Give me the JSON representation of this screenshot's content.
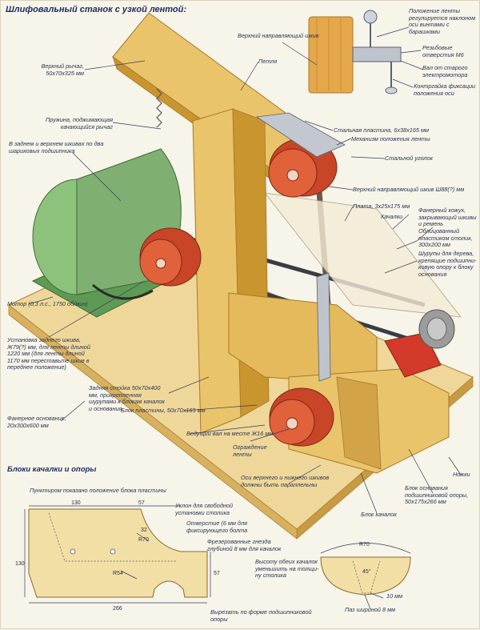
{
  "title": "Шлифовальный станок с узкой лентой:",
  "labels": {
    "upper_pulley": "Верхний направляющий шкив",
    "band_position": "Положение ленты регулируется наклоном оси винтами с барашками",
    "thread_m6": "Резьбовые отверстия М6",
    "motor_shaft": "Вал от старого электромотора",
    "locknut": "Контргайка фиксации положения оси",
    "upper_lever": "Верхний рычаг, 50x70x325 мм",
    "hinge": "Петля",
    "spring": "Пружина, поджимающая качающийся рычаг",
    "steel_plate": "Стальная пластина, 6x38x165 мм",
    "band_mech": "Механизм положения ленты",
    "steel_angle": "Стальной уголок",
    "rear_pulley_bearings": "В заднем и верхнем шкивах по два шариковых подшипника",
    "upper_pulley_size": "Верхний направляющий шкив Ш88(?) мм",
    "plate_size": "Плата, 3x25x175 мм",
    "swing": "Качалки",
    "plywood_cover": "Фанерный кожух, закрывающий шкивы и ремень",
    "table": "Облицованный пластиком столик, 300x200 мм",
    "screws": "Шурупы для дерева, крепящие подшипни-ковую опору к блоку основания",
    "motor": "Мотор (0,3 л.с., 1750 об/мин)",
    "rear_pulley_install": "Установка заднего шкива, Ж79(?) мм, для ленты длиной 1220 мм (для ленты длиной 1170 мм переставьте шкив в переднее положение)",
    "rear_post": "Задняя стойка 50x70x400 мм, прикрепленная шурупами к блокам качалок и основания",
    "plate_block": "Блок пластины, 50x70x165 мм",
    "drive_shaft": "Ведущий вал на месте Ж16 мм",
    "base": "Фанерное основание, 20x300x600 мм",
    "guard": "Ограждение ленты",
    "axes_parallel": "Оси верхнего и нижнего шкивов должны быть параллельны",
    "base_block": "Блок основания подшипниковой опоры, 50x175x266 мм",
    "feet": "Ножки",
    "swing_block": "Блок качалок",
    "section_title": "Блоки качалки и опоры",
    "dotted_note": "Пунктиром показано положение блока пластины",
    "notch": "Уклон для свободной установки столика",
    "hole": "Отверстие (6 мм для фиксирующего болта",
    "slots": "Фрезерованные гнезда глубиной 8 мм для качалок",
    "height_note": "Высоту обеих качалок уменьшить на толщи-ну столика",
    "cutout": "Вырезать по форме подшипниковой опоры",
    "slot_width": "Паз шириной 8 мм",
    "ten_mm": "10 мм"
  },
  "dims": {
    "d130": "130",
    "d57": "57",
    "d32": "32",
    "r70": "R70",
    "r54": "R54",
    "d90": "130",
    "d57b": "57",
    "d266": "266",
    "r70b": "R70",
    "a45": "45°"
  },
  "colors": {
    "wood": "#e9c46a",
    "wood_dark": "#c9952f",
    "motor": "#7fb071",
    "pulley": "#d9542e",
    "belt": "#3b3b46",
    "text": "#2c3552"
  }
}
